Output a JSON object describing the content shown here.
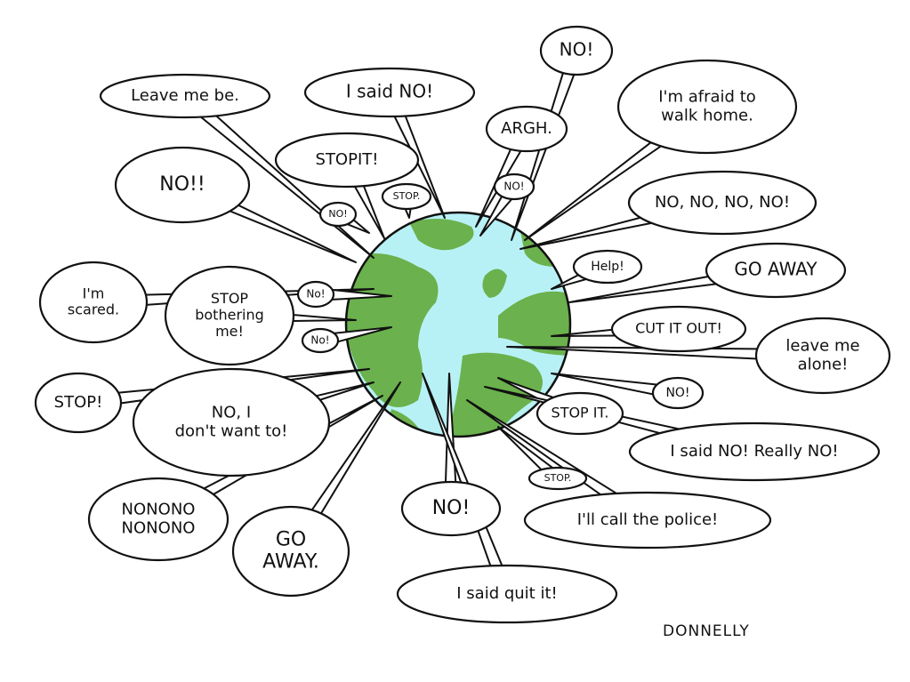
{
  "colors": {
    "land": "#6bb14d",
    "ocean": "#b8f1f5",
    "ink": "#111111"
  },
  "bubbles": [
    {
      "lines": [
        "Leave me be."
      ]
    },
    {
      "lines": [
        "I said NO!"
      ]
    },
    {
      "lines": [
        "NO!"
      ]
    },
    {
      "lines": [
        "ARGH."
      ]
    },
    {
      "lines": [
        "I'm afraid to",
        "walk home."
      ]
    },
    {
      "lines": [
        "NO!!"
      ]
    },
    {
      "lines": [
        "STOPIT!"
      ]
    },
    {
      "lines": [
        "NO!"
      ]
    },
    {
      "lines": [
        "NO!"
      ]
    },
    {
      "lines": [
        "STOP."
      ]
    },
    {
      "lines": [
        "NO, NO, NO, NO!"
      ]
    },
    {
      "lines": [
        "Help!"
      ]
    },
    {
      "lines": [
        "GO AWAY"
      ]
    },
    {
      "lines": [
        "I'm",
        "scared."
      ]
    },
    {
      "lines": [
        "STOP",
        "bothering",
        "me!"
      ]
    },
    {
      "lines": [
        "No!"
      ]
    },
    {
      "lines": [
        "No!"
      ]
    },
    {
      "lines": [
        "CUT IT OUT!"
      ]
    },
    {
      "lines": [
        "leave me",
        "alone!"
      ]
    },
    {
      "lines": [
        "STOP!"
      ]
    },
    {
      "lines": [
        "NO, I",
        "don't want to!"
      ]
    },
    {
      "lines": [
        "NO!"
      ]
    },
    {
      "lines": [
        "STOP IT."
      ]
    },
    {
      "lines": [
        "I said NO! Really NO!"
      ]
    },
    {
      "lines": [
        "STOP."
      ]
    },
    {
      "lines": [
        "NONONO",
        "NONONO"
      ]
    },
    {
      "lines": [
        "GO",
        "AWAY."
      ]
    },
    {
      "lines": [
        "NO!"
      ]
    },
    {
      "lines": [
        "I'll call the police!"
      ]
    },
    {
      "lines": [
        "I said quit it!"
      ]
    }
  ],
  "signature": "DONNELLY"
}
